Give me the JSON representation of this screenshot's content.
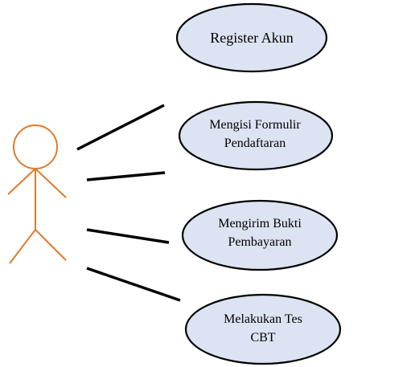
{
  "use_cases": [
    {
      "id": "register",
      "label": "Register Akun"
    },
    {
      "id": "formulir",
      "label": "Mengisi Formulir Pendaftaran"
    },
    {
      "id": "bukti",
      "label": "Mengirim Bukti Pembayaran"
    },
    {
      "id": "tes",
      "label": "Melakukan Tes CBT"
    }
  ],
  "colors": {
    "actor": "#E07B2A",
    "ellipse_fill": "#DCE3F2",
    "ellipse_stroke": "#000000",
    "line": "#000000"
  }
}
